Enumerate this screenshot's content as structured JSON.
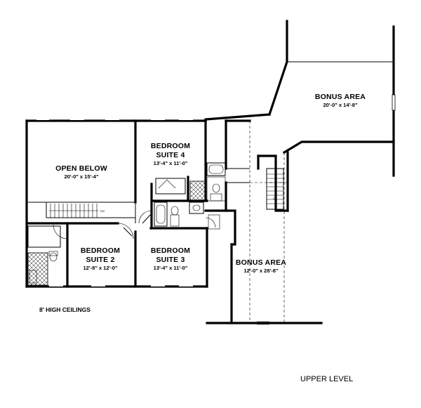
{
  "rooms": {
    "bonus_upper": {
      "name": "BONUS AREA",
      "dims": "20'-0\" x 14'-8\""
    },
    "open_below": {
      "name": "OPEN BELOW",
      "dims": "20'-0\" x 15'-4\""
    },
    "suite4": {
      "name_line1": "BEDROOM",
      "name_line2": "SUITE 4",
      "dims": "13'-4\" x 11'-0\""
    },
    "suite2": {
      "name_line1": "BEDROOM",
      "name_line2": "SUITE 2",
      "dims": "12'-8\" x 12'-0\""
    },
    "suite3": {
      "name_line1": "BEDROOM",
      "name_line2": "SUITE 3",
      "dims": "13'-4\" x 11'-0\""
    },
    "bonus_lower": {
      "name": "BONUS AREA",
      "dims": "12'-0\" x 28'-8\""
    }
  },
  "stair_labels": {
    "dn_main": "DN",
    "dn_bonus": "DN"
  },
  "notes": {
    "ceilings": "8' HIGH CEILINGS"
  },
  "level_label": "UPPER LEVEL"
}
